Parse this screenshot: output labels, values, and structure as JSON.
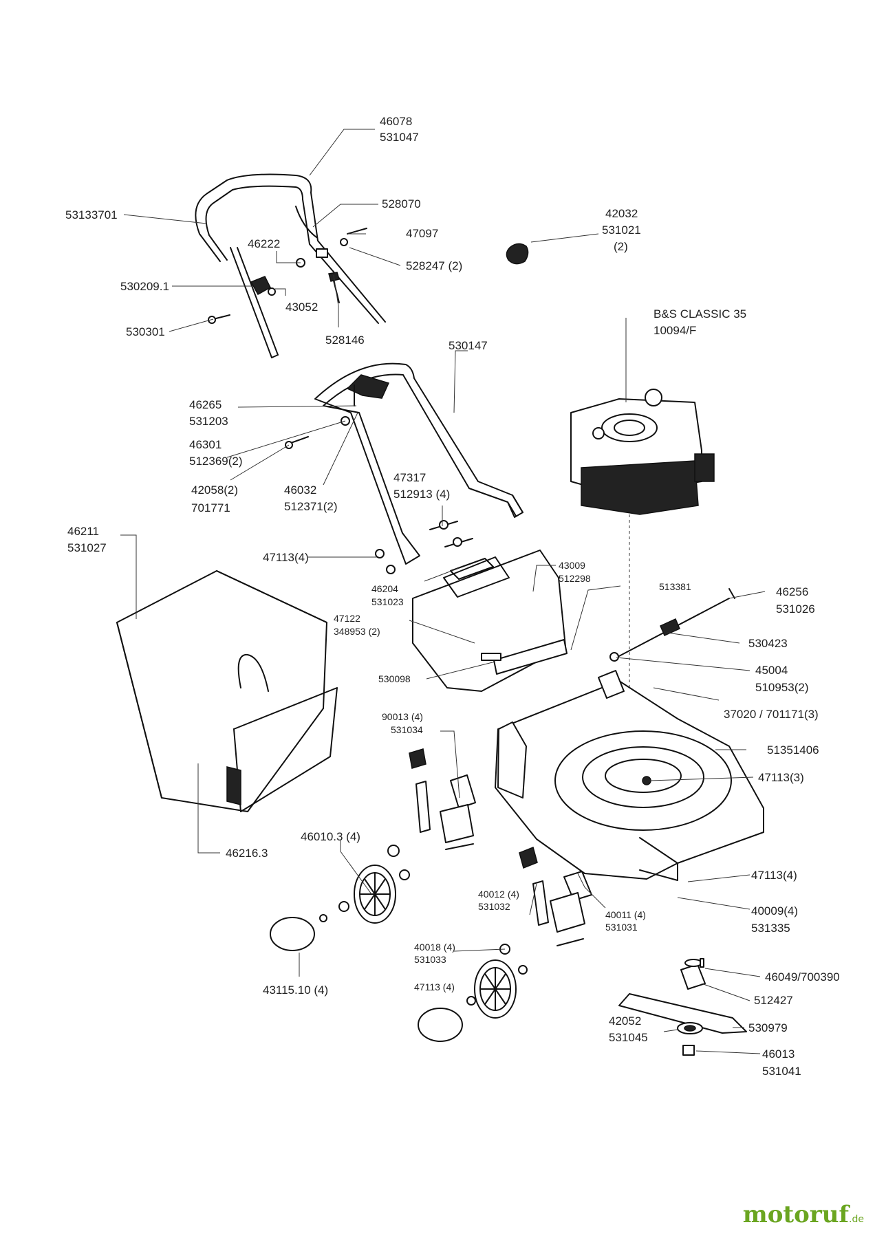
{
  "labels": {
    "l46078": "46078",
    "l531047": "531047",
    "l53133701": "53133701",
    "l528070": "528070",
    "l47097": "47097",
    "l46222": "46222",
    "l528247": "528247 (2)",
    "l42032": "42032",
    "l531021": "531021",
    "l2": "(2)",
    "l530209": "530209.1",
    "l43052": "43052",
    "l530301": "530301",
    "l528146": "528146",
    "l530147": "530147",
    "lbs1": "B&S CLASSIC 35",
    "lbs2": "10094/F",
    "l46265": "46265",
    "l531203": "531203",
    "l46301": "46301",
    "l512369": "512369(2)",
    "l42058": "42058(2)",
    "l701771": "701771",
    "l46032": "46032",
    "l512371": "512371(2)",
    "l47317": "47317",
    "l512913": "512913 (4)",
    "l46211": "46211",
    "l531027": "531027",
    "l47113a": "47113(4)",
    "l43009": "43009",
    "l512298": "512298",
    "l513381": "513381",
    "l46256": "46256",
    "l531026": "531026",
    "l46204": "46204",
    "l531023": "531023",
    "l47122": "47122",
    "l348953": "348953 (2)",
    "l530423": "530423",
    "l45004": "45004",
    "l510953": "510953(2)",
    "l530098": "530098",
    "l37020": "37020 / 701171(3)",
    "l90013": "90013 (4)",
    "l531034": "531034",
    "l51351406": "51351406",
    "l47113b": "47113(3)",
    "l46010": "46010.3 (4)",
    "l46216": "46216.3",
    "l47113c": "47113(4)",
    "l40012": "40012 (4)",
    "l531032": "531032",
    "l40011": "40011 (4)",
    "l531031": "531031",
    "l40009": "40009(4)",
    "l531335": "531335",
    "l40018": "40018 (4)",
    "l531033": "531033",
    "l46049": "46049/700390",
    "l512427": "512427",
    "l47113d": "47113 (4)",
    "l43115": "43115.10 (4)",
    "l42052": "42052",
    "l531045": "531045",
    "l530979": "530979",
    "l46013": "46013",
    "l531041": "531041"
  },
  "watermark": {
    "brand": "motoruf",
    "suffix": ".de",
    "color": "#6aa520"
  },
  "icons": [
    "lawn-mower-exploded-parts-diagram"
  ]
}
